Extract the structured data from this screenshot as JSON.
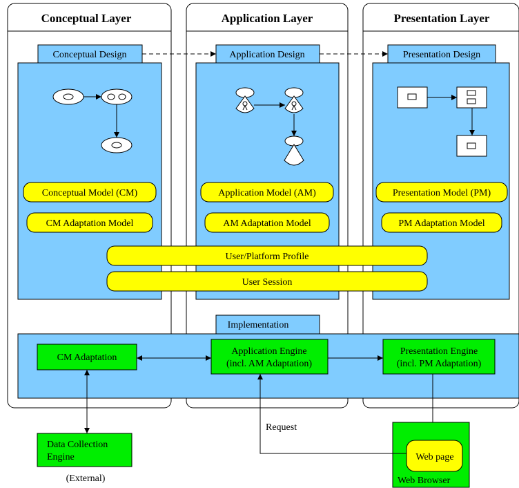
{
  "colors": {
    "panel_blue": "#80CCFF",
    "model_yellow": "#FFFF00",
    "engine_green": "#00EE00",
    "stroke": "#000000"
  },
  "layers": {
    "conceptual": "Conceptual Layer",
    "application": "Application Layer",
    "presentation": "Presentation Layer"
  },
  "design_tabs": {
    "conceptual": "Conceptual Design",
    "application": "Application Design",
    "presentation": "Presentation Design",
    "implementation": "Implementation"
  },
  "models": {
    "cm": "Conceptual Model (CM)",
    "cm_adapt": "CM Adaptation Model",
    "am": "Application Model (AM)",
    "am_adapt": "AM Adaptation Model",
    "pm": "Presentation Model (PM)",
    "pm_adapt": "PM Adaptation Model",
    "profile": "User/Platform Profile",
    "session": "User Session"
  },
  "engines": {
    "cm_adaptation": "CM Adaptation",
    "app_engine_1": "Application Engine",
    "app_engine_2": "(incl. AM Adaptation)",
    "pres_engine_1": "Presentation Engine",
    "pres_engine_2": "(incl. PM Adaptation)",
    "data_collection_1": "Data Collection",
    "data_collection_2": "Engine",
    "external": "(External)"
  },
  "browser": {
    "web_page": "Web page",
    "web_browser": "Web Browser",
    "request": "Request"
  }
}
